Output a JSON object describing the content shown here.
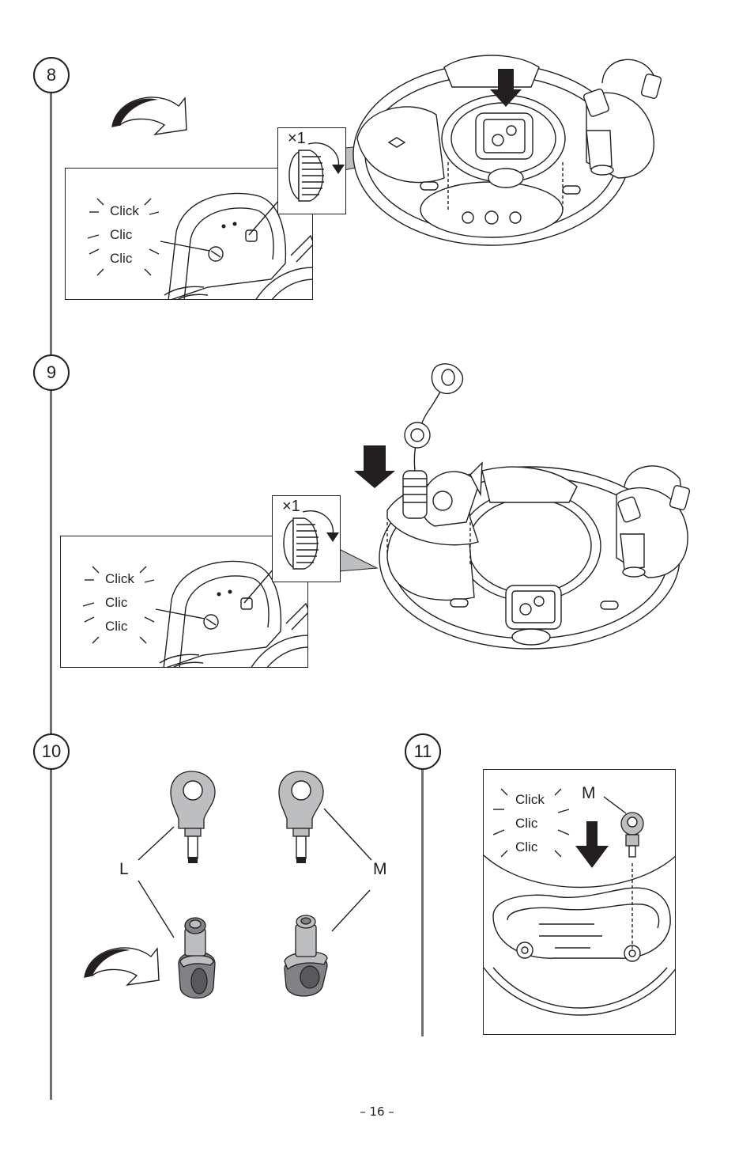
{
  "steps": [
    {
      "number": "8",
      "qty": "×1",
      "sounds": [
        "Click",
        "Clic",
        "Clic"
      ]
    },
    {
      "number": "9",
      "qty": "×1",
      "sounds": [
        "Click",
        "Clic",
        "Clic"
      ]
    },
    {
      "number": "10",
      "labels": [
        "L",
        "M"
      ]
    },
    {
      "number": "11",
      "label": "M",
      "sounds": [
        "Click",
        "Clic",
        "Clic"
      ]
    }
  ],
  "page_number": "– 16 –"
}
